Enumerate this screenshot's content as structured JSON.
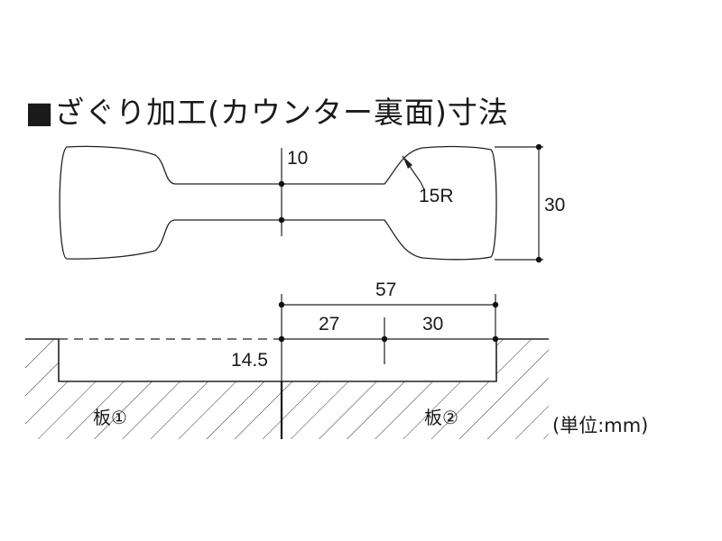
{
  "title": "■ざぐり加工(カウンター裏面)寸法",
  "dimensions": {
    "slot_width": "10",
    "radius": "15R",
    "height": "30",
    "total_length": "57",
    "left_length": "27",
    "right_length": "30",
    "depth": "14.5"
  },
  "labels": {
    "board_1": "板①",
    "board_2": "板②",
    "unit": "(単位:mm)"
  }
}
